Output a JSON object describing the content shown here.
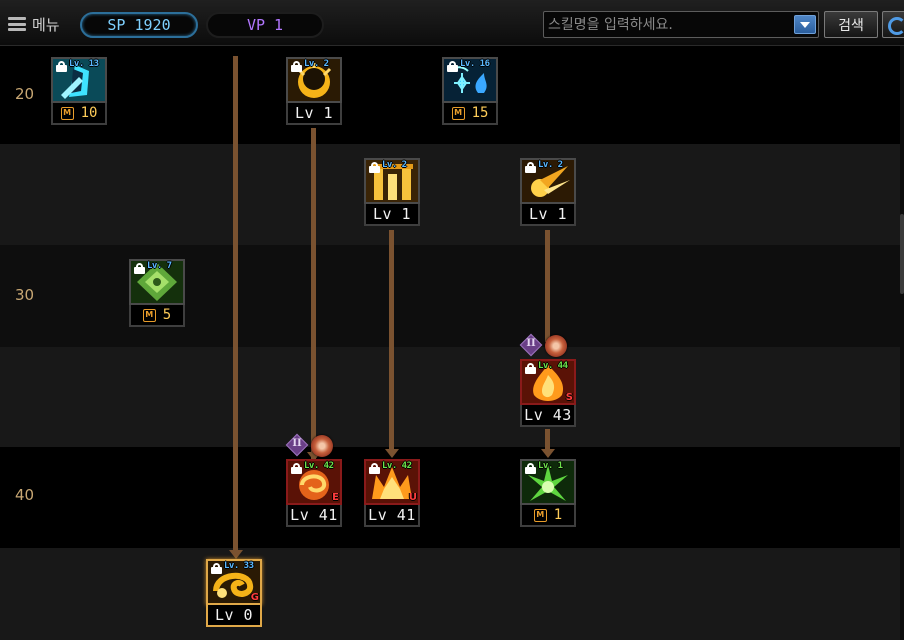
{
  "header": {
    "menu_label": "메뉴",
    "sp_label": "SP 1920",
    "vp_label": "VP 1",
    "search_placeholder": "스킬명을 입력하세요.",
    "search_button": "검색"
  },
  "rows": [
    {
      "label": "20"
    },
    {
      "label": ""
    },
    {
      "label": "30"
    },
    {
      "label": ""
    },
    {
      "label": "40"
    },
    {
      "label": ""
    }
  ],
  "skills": [
    {
      "id": "s1",
      "req": "Lv. 13",
      "mastery": "10",
      "level": "",
      "icon": "shield-figure-icon"
    },
    {
      "id": "s2",
      "req": "Lv. 2",
      "mastery": "",
      "level": "Lv 1",
      "icon": "golden-crescent-icon"
    },
    {
      "id": "s3",
      "req": "Lv. 16",
      "mastery": "15",
      "level": "",
      "icon": "blue-spark-icon"
    },
    {
      "id": "s4",
      "req": "Lv. 2",
      "mastery": "",
      "level": "Lv 1",
      "icon": "golden-pillars-icon"
    },
    {
      "id": "s5",
      "req": "Lv. 2",
      "mastery": "",
      "level": "Lv 1",
      "icon": "golden-comet-icon"
    },
    {
      "id": "s6",
      "req": "Lv. 7",
      "mastery": "5",
      "level": "",
      "icon": "green-crest-icon"
    },
    {
      "id": "s7",
      "req": "Lv. 44",
      "mastery": "",
      "level": "Lv 43",
      "icon": "fire-spirit-icon",
      "grade": "S"
    },
    {
      "id": "s8",
      "req": "Lv. 42",
      "mastery": "",
      "level": "Lv 41",
      "icon": "fire-vortex-icon",
      "grade": "E"
    },
    {
      "id": "s9",
      "req": "Lv. 42",
      "mastery": "",
      "level": "Lv 41",
      "icon": "flame-crown-icon",
      "grade": "U"
    },
    {
      "id": "s10",
      "req": "Lv. 1",
      "mastery": "1",
      "level": "",
      "icon": "green-burst-icon"
    },
    {
      "id": "s11",
      "req": "Lv. 33",
      "mastery": "",
      "level": "Lv 0",
      "icon": "golden-swirl-icon",
      "grade": "G"
    }
  ],
  "awaken_marks": [
    {
      "tier": "II"
    },
    {
      "tier": "II"
    }
  ],
  "mastery_badge": "M",
  "colors": {
    "connector": "#7a5230",
    "sp": "#7fd1ff",
    "vp": "#b277ff",
    "row_label": "#c9a874",
    "mastery_level": "#ffcd59",
    "selected_border": "#e0a848"
  }
}
